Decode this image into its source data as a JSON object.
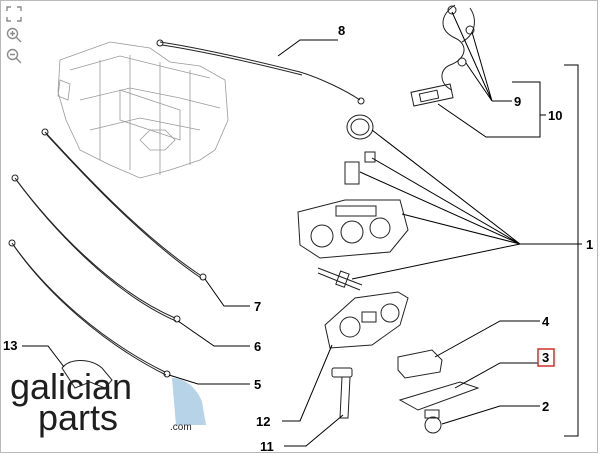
{
  "toolbar": {
    "fit_icon": "fit-to-view-icon",
    "zoom_in_icon": "zoom-in-icon",
    "zoom_out_icon": "zoom-out-icon"
  },
  "callouts": [
    "8",
    "9",
    "10",
    "1",
    "7",
    "6",
    "5",
    "13",
    "4",
    "3",
    "2",
    "12",
    "11"
  ],
  "highlighted_callout": "3",
  "watermark": {
    "brand": "galicianparts",
    "suffix": ".com"
  },
  "colors": {
    "highlight": "#d0302a",
    "watermark_accent": "#a9cbe4"
  }
}
